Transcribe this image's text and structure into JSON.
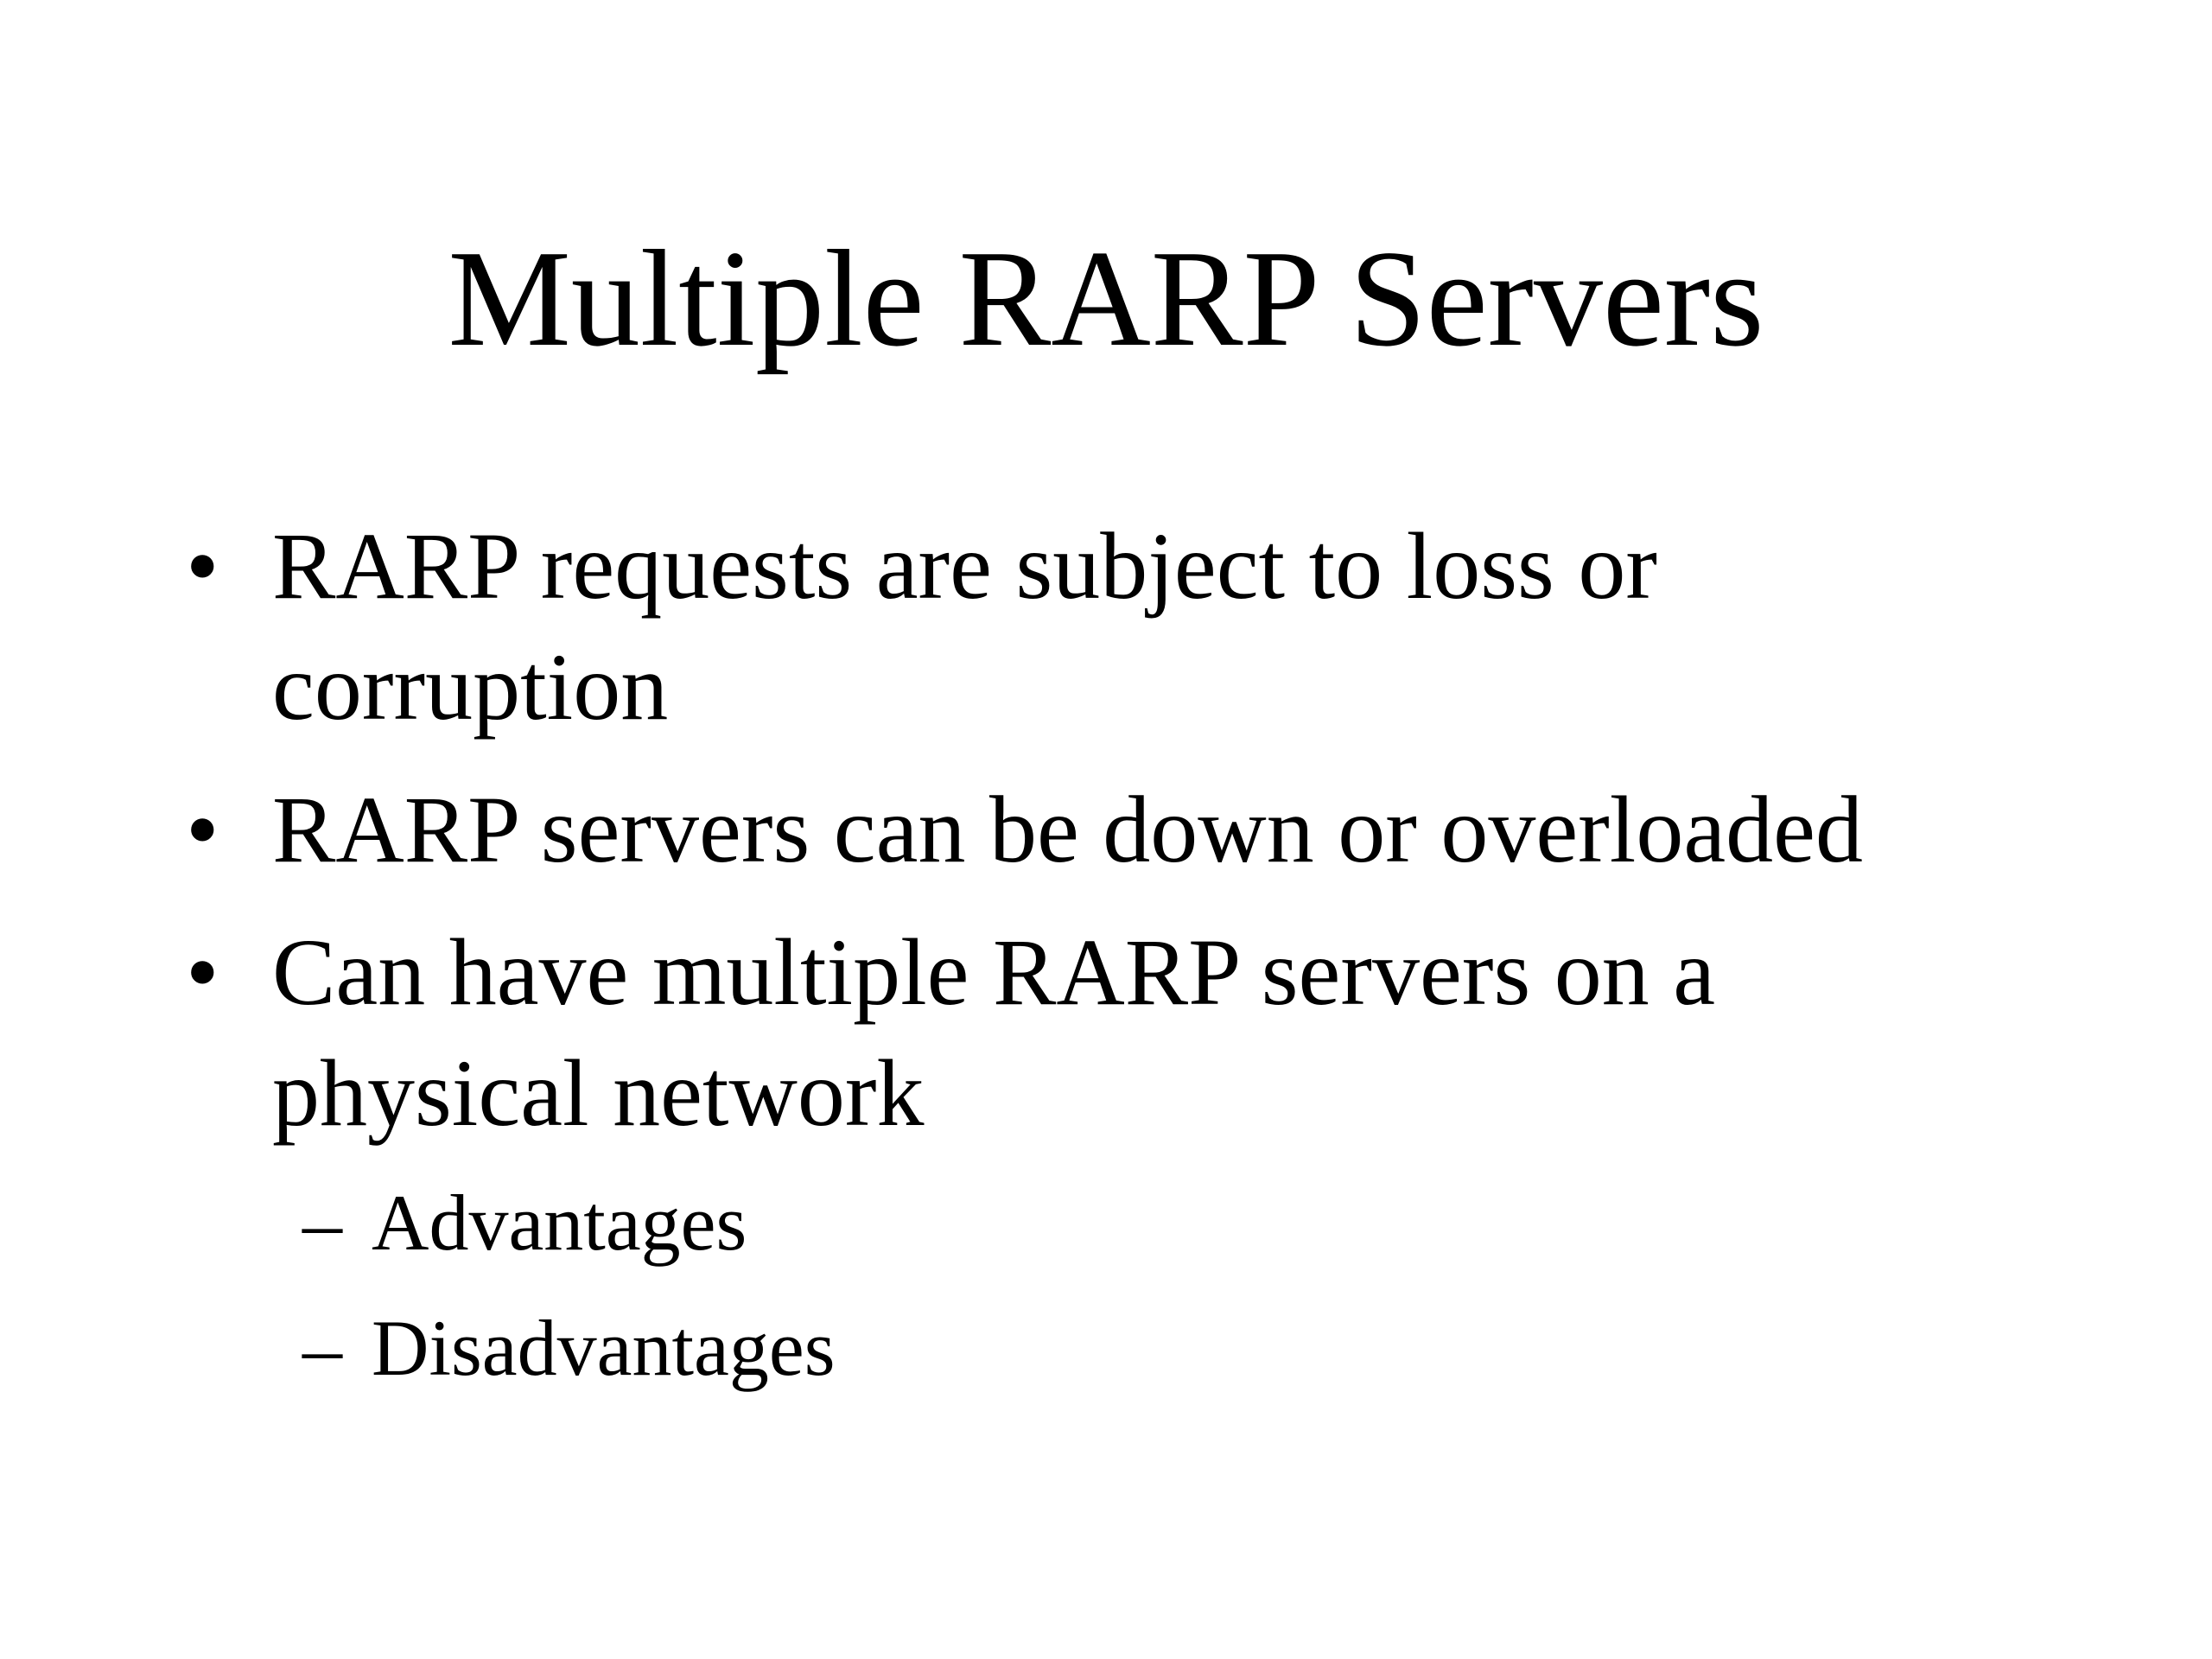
{
  "slide": {
    "title": "Multiple RARP Servers",
    "bullets": [
      {
        "marker": "•",
        "lines": [
          "RARP requests are subject to loss or",
          "corruption"
        ]
      },
      {
        "marker": "•",
        "lines": [
          "RARP servers can be down or overloaded"
        ]
      },
      {
        "marker": "•",
        "lines": [
          "Can have multiple RARP servers on a",
          "physical network"
        ]
      }
    ],
    "sub_bullets": [
      {
        "marker": "–",
        "text": "Advantages"
      },
      {
        "marker": "–",
        "text": "Disadvantages"
      }
    ]
  }
}
